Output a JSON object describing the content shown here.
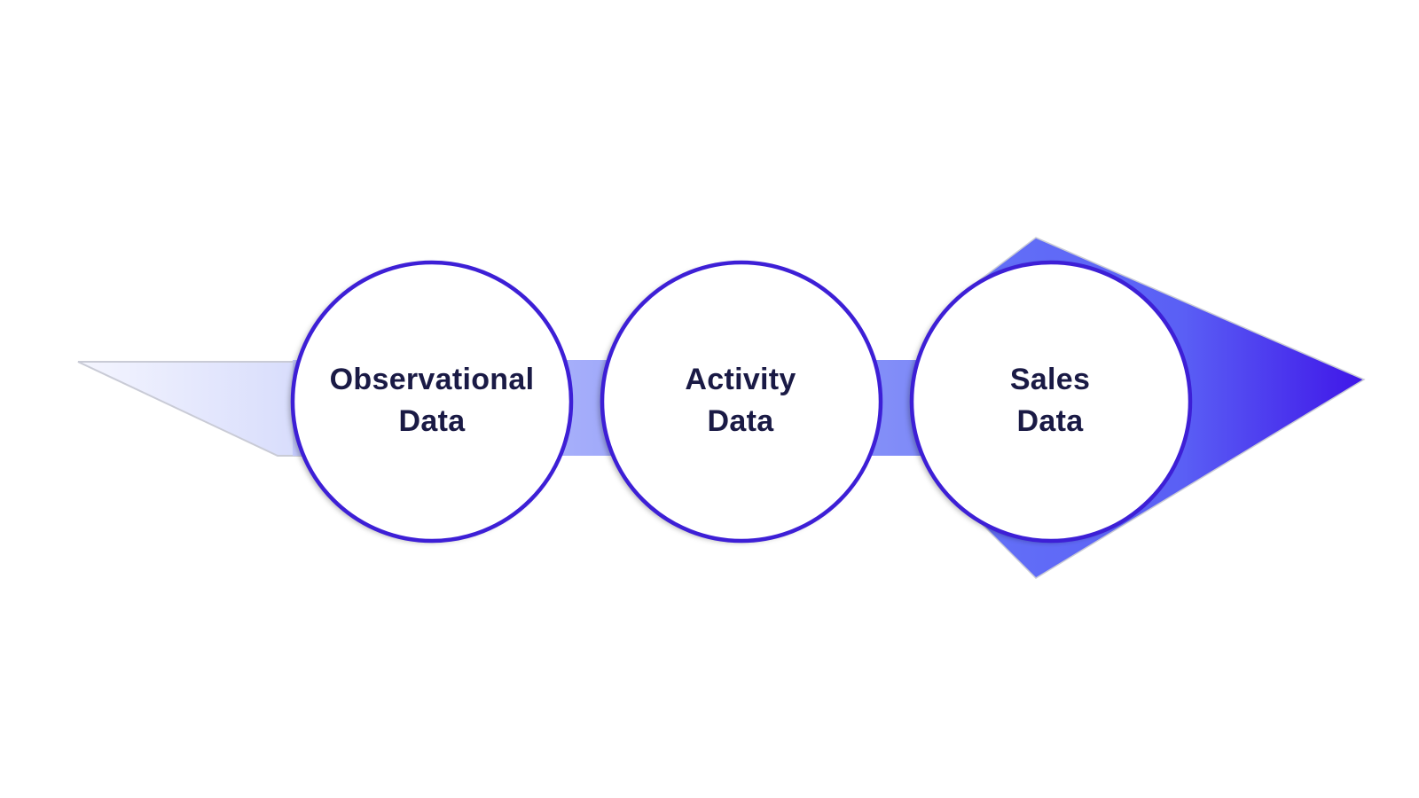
{
  "colors": {
    "ring": "#3d1fd6",
    "band_light": "#e9ebfd",
    "band_mid": "#a7b0fb",
    "band_strong": "#6b78f7",
    "arrow_head_start": "#5b68f8",
    "arrow_head_end": "#3f15e8",
    "text": "#1a1a45",
    "circle_fill": "#ffffff"
  },
  "stages": [
    {
      "line1": "Observational",
      "line2": "Data"
    },
    {
      "line1": "Activity",
      "line2": "Data"
    },
    {
      "line1": "Sales",
      "line2": "Data"
    }
  ]
}
